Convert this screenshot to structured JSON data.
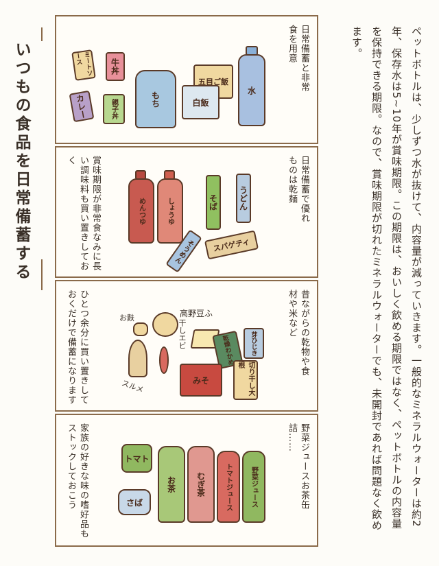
{
  "title": "いつもの食品を日常備蓄する",
  "body_text": "ペットボトルは、少しずつ水が抜けて、内容量が減っていきます。一般的なミネラルウォーターは約2年、保存水は5~10年が賞味期限。この期限は、おいしく飲める期限ではなく、ペットボトルの内容量を保持できる期限。なので、賞味期限が切れたミネラルウォーターでも、未開封であれば問題なく飲めます。",
  "panels": [
    {
      "caption_right": "日常備蓄と非常食を用意",
      "labels": {
        "meat_sauce": "ミートソース",
        "gyudon": "牛丼",
        "curry": "カレー",
        "oyakodon": "親子丼",
        "mochi": "もち",
        "gomoku": "五目ご飯",
        "hakuhan": "白飯",
        "water": "水"
      }
    },
    {
      "caption_right": "日常備蓄で優れものは乾麺",
      "caption_left": "賞味期限が非常食なみに長い調味料も買い置きしておく",
      "labels": {
        "mentsuyu": "めんつゆ",
        "shoyu": "しょうゆ",
        "soba": "そば",
        "udon": "うどん",
        "somen": "そうめん",
        "spaghetti": "スパゲティ"
      }
    },
    {
      "caption_right": "昔ながらの乾物や食材や米など",
      "caption_left": "ひとつ余分に買い置きしておくだけで備蓄になります",
      "labels": {
        "fu": "お麩",
        "koya": "高野豆ふ",
        "ebi": "干しエビ",
        "surume": "スルメ",
        "wakame": "乾燥わかめ",
        "hijiki": "芽ひじき",
        "miso": "みそ",
        "kiriboshi": "切り干し大根"
      }
    },
    {
      "caption_right": "野菜ジュースお茶缶詰……",
      "caption_left": "家族の好きな味の嗜好品もストックしておこう",
      "labels": {
        "tomato_can": "トマト",
        "saba": "さば",
        "ocha": "お茶",
        "mugicha": "むぎ茶",
        "tomato_juice": "トマトジュース",
        "yasai": "野菜ジュース"
      }
    }
  ]
}
